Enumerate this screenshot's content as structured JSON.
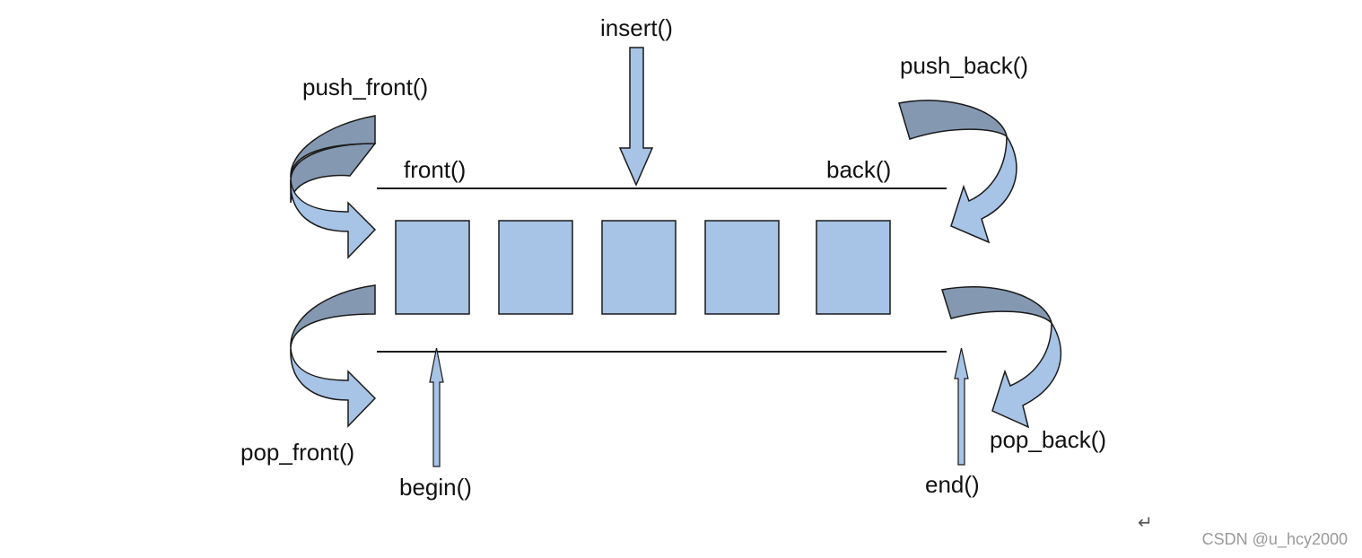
{
  "labels": {
    "insert": "insert()",
    "push_front": "push_front()",
    "push_back": "push_back()",
    "front": "front()",
    "back": "back()",
    "pop_front": "pop_front()",
    "pop_back": "pop_back()",
    "begin": "begin()",
    "end": "end()"
  },
  "element_count": 5,
  "return_glyph": "↵",
  "watermark": "CSDN @u_hcy2000",
  "colors": {
    "box_fill": "#a7c3e6",
    "arrow_light": "#a7c3e6",
    "arrow_dark": "#8499b1",
    "stroke": "#1a1a1a"
  }
}
